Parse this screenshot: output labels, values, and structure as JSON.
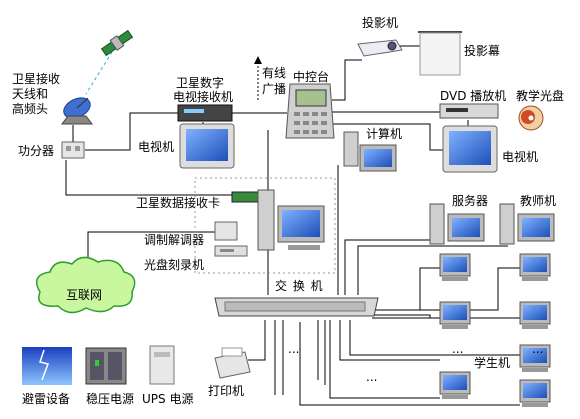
{
  "labels": {
    "satellite_rx": "卫星接收",
    "antenna_lnb": "天线和",
    "lnb": "高频头",
    "splitter": "功分器",
    "sat_tv_rx_1": "卫星数字",
    "sat_tv_rx_2": "电视接收机",
    "tv_left": "电视机",
    "wired_bcast_1": "有线",
    "wired_bcast_2": "广播",
    "central_control": "中控台",
    "projector": "投影机",
    "screen": "投影幕",
    "dvd": "DVD 播放机",
    "disc": "教学光盘",
    "tv_right": "电视机",
    "computer": "计算机",
    "sat_card": "卫星数据接收卡",
    "modem": "调制解调器",
    "burner": "光盘刻录机",
    "internet": "互联网",
    "switch": "交 换 机",
    "server": "服务器",
    "teacher": "教师机",
    "student": "学生机",
    "printer": "打印机",
    "lightning": "避雷设备",
    "regulator": "稳压电源",
    "ups": "UPS 电源",
    "dots": "..."
  },
  "colors": {
    "line": "#000000",
    "dashed": "#2aa8e0",
    "cloud_fill": "#c9f7a0",
    "cloud_stroke": "#2e9e2e",
    "tv_screen": "#3d6fd6",
    "device_grey": "#c8c8c8"
  }
}
